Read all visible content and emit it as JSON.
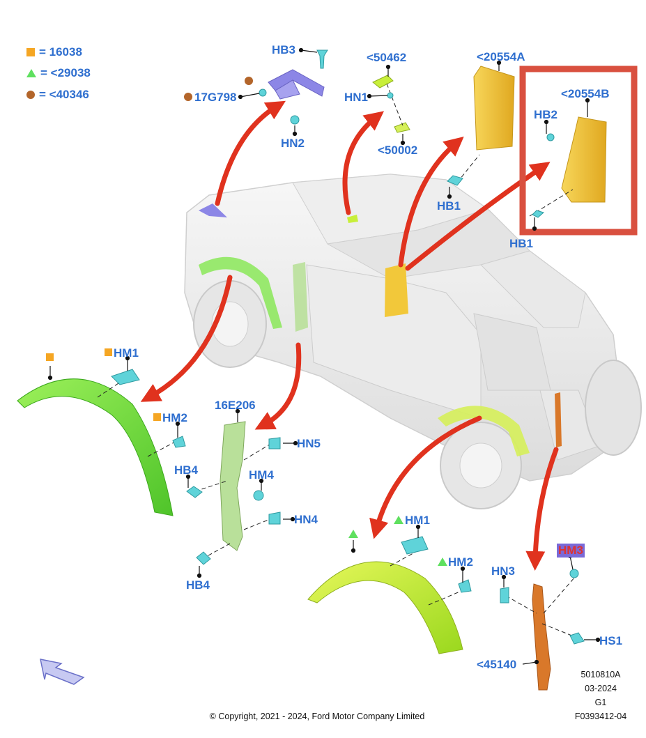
{
  "legend": [
    {
      "symbol": "square",
      "color": "#f5a623",
      "label": "= 16038"
    },
    {
      "symbol": "triangle",
      "color": "#5fe05f",
      "label": "= <29038"
    },
    {
      "symbol": "circle",
      "color": "#b3652a",
      "label": "= <40346"
    }
  ],
  "labels": {
    "hb3": "HB3",
    "g17798": "17G798",
    "hn2": "HN2",
    "p50462": "<50462",
    "hn1": "HN1",
    "p50002": "<50002",
    "p20554a": "<20554A",
    "hb1_a": "HB1",
    "p20554b": "<20554B",
    "hb2": "HB2",
    "hb1_b": "HB1",
    "hm1_front": "HM1",
    "hm2_front": "HM2",
    "hb4_top": "HB4",
    "p16e206": "16E206",
    "hn5": "HN5",
    "hm4": "HM4",
    "hn4": "HN4",
    "hb4_bottom": "HB4",
    "hm1_rear": "HM1",
    "hm2_rear": "HM2",
    "hn3": "HN3",
    "hm3": "HM3",
    "hs1": "HS1",
    "p45140": "<45140"
  },
  "footer": {
    "doc_number": "5010810A",
    "date": "03-2024",
    "group": "G1",
    "figure_id": "F0393412-04",
    "copyright": "© Copyright, 2021 - 2024, Ford Motor Company Limited"
  },
  "colors": {
    "label_blue": "#2f6fcf",
    "arrow_red": "#e0321e",
    "highlight_box": "#d9503f",
    "fender_green": "#7fe04a",
    "flare_yellow_green": "#c8ef3a",
    "pillar_yellow": "#f2c83a",
    "bracket_orange": "#d9782a",
    "fastener_cyan": "#5fd3d9",
    "bracket_purple": "#8c86e6",
    "seal_olive": "#a9d48a"
  }
}
